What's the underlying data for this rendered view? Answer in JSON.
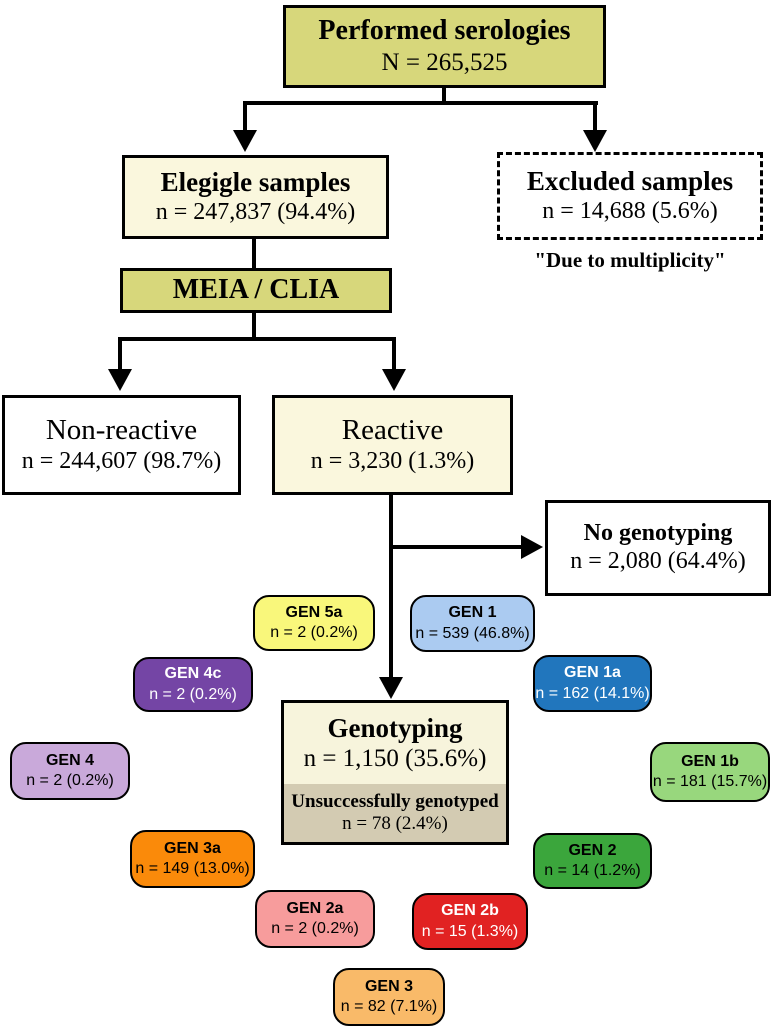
{
  "flow": {
    "performed": {
      "title": "Performed serologies",
      "value": "N = 265,525"
    },
    "eligible": {
      "title": "Elegigle samples",
      "value": "n = 247,837 (94.4%)"
    },
    "excluded": {
      "title": "Excluded samples",
      "value": "n = 14,688 (5.6%)"
    },
    "excluded_note": "\"Due to multiplicity\"",
    "assay": {
      "title": "MEIA / CLIA"
    },
    "non_reactive": {
      "title": "Non-reactive",
      "value": "n = 244,607 (98.7%)"
    },
    "reactive": {
      "title": "Reactive",
      "value": "n = 3,230 (1.3%)"
    },
    "no_genotyping": {
      "title": "No genotyping",
      "value": "n = 2,080 (64.4%)"
    },
    "genotyping": {
      "title": "Genotyping",
      "value": "n = 1,150 (35.6%)"
    },
    "unsuccessful": {
      "title": "Unsuccessfully genotyped",
      "value": "n = 78 (2.4%)"
    }
  },
  "genotypes": [
    {
      "label": "GEN 5a",
      "value": "n = 2 (0.2%)",
      "bg": "#f9f77b",
      "fg": "#000000"
    },
    {
      "label": "GEN 1",
      "value": "n = 539 (46.8%)",
      "bg": "#abcbf1",
      "fg": "#000000"
    },
    {
      "label": "GEN 4c",
      "value": "n = 2 (0.2%)",
      "bg": "#7445a5",
      "fg": "#ffffff"
    },
    {
      "label": "GEN 1a",
      "value": "n = 162 (14.1%)",
      "bg": "#2176bd",
      "fg": "#ffffff"
    },
    {
      "label": "GEN 4",
      "value": "n = 2 (0.2%)",
      "bg": "#c9a9da",
      "fg": "#000000"
    },
    {
      "label": "GEN 1b",
      "value": "n = 181 (15.7%)",
      "bg": "#98d77d",
      "fg": "#000000"
    },
    {
      "label": "GEN 3a",
      "value": "n = 149 (13.0%)",
      "bg": "#fa8a0a",
      "fg": "#000000"
    },
    {
      "label": "GEN 2",
      "value": "n = 14 (1.2%)",
      "bg": "#3ba63c",
      "fg": "#000000"
    },
    {
      "label": "GEN 2a",
      "value": "n = 2 (0.2%)",
      "bg": "#f79c9c",
      "fg": "#000000"
    },
    {
      "label": "GEN 2b",
      "value": "n = 15 (1.3%)",
      "bg": "#e12222",
      "fg": "#ffffff"
    },
    {
      "label": "GEN 3",
      "value": "n = 82 (7.1%)",
      "bg": "#f9ba69",
      "fg": "#000000"
    }
  ],
  "colors": {
    "header_box": "#d7d77b",
    "cream_box": "#faf7dd",
    "genotyping_top": "#f7f4dc",
    "unsuccessful_section": "#d3cbb2",
    "line": "#000000"
  }
}
